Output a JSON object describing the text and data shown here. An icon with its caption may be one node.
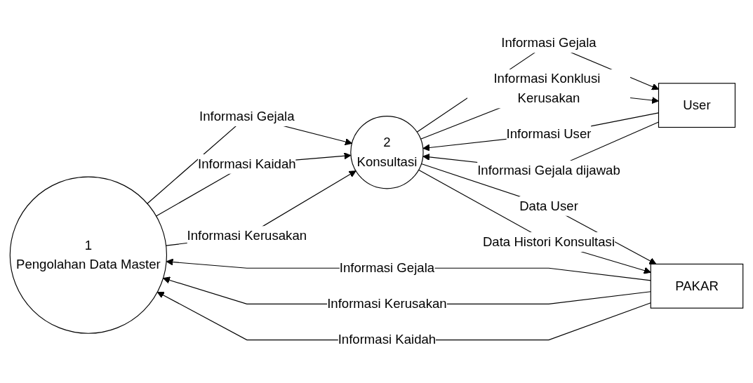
{
  "diagram": {
    "nodes": [
      {
        "text": [
          "1",
          "Pengolahan Data Master"
        ]
      },
      {
        "text": [
          "2",
          "Konsultasi"
        ]
      },
      {
        "text": [
          "User"
        ]
      },
      {
        "text": [
          "PAKAR"
        ]
      }
    ],
    "edges": [
      {
        "from": 3,
        "to": 0,
        "arrow": "to",
        "label": "Informasi Gejala"
      },
      {
        "from": 3,
        "to": 0,
        "arrow": "to",
        "label": "Informasi Kerusakan"
      },
      {
        "from": 3,
        "to": 0,
        "arrow": "to",
        "label": "Informasi Kaidah"
      },
      {
        "from": 0,
        "to": 1,
        "arrow": "to",
        "label": "Informasi Gejala"
      },
      {
        "from": 0,
        "to": 1,
        "arrow": "to",
        "label": "Informasi Kaidah"
      },
      {
        "from": 0,
        "to": 1,
        "arrow": "to",
        "label": "Informasi Kerusakan"
      },
      {
        "from": 1,
        "to": 2,
        "arrow": "to",
        "label": "Informasi Gejala"
      },
      {
        "from": 1,
        "to": 2,
        "arrow": "to",
        "label": "Informasi Konklusi Kerusakan"
      },
      {
        "from": 2,
        "to": 1,
        "arrow": "to",
        "label": "Informasi User"
      },
      {
        "from": 2,
        "to": 1,
        "arrow": "to",
        "label": "Informasi Gejala dijawab"
      },
      {
        "from": 1,
        "to": 3,
        "arrow": "to",
        "label": "Data User"
      },
      {
        "from": 1,
        "to": 3,
        "arrow": "to",
        "label": "Data Histori Konsultasi"
      }
    ]
  }
}
